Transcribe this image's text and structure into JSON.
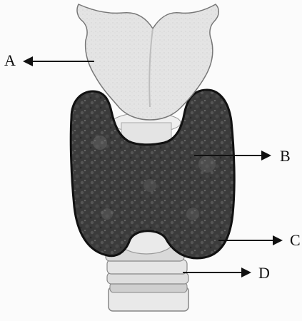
{
  "labels": {
    "a": "A",
    "b": "B",
    "c": "C",
    "d": "D"
  },
  "colors": {
    "thyroid": "#3a3a3a",
    "cartilage": "#e6e6e6",
    "trachea_ring": "#d8d8d8",
    "ink": "#111111"
  }
}
